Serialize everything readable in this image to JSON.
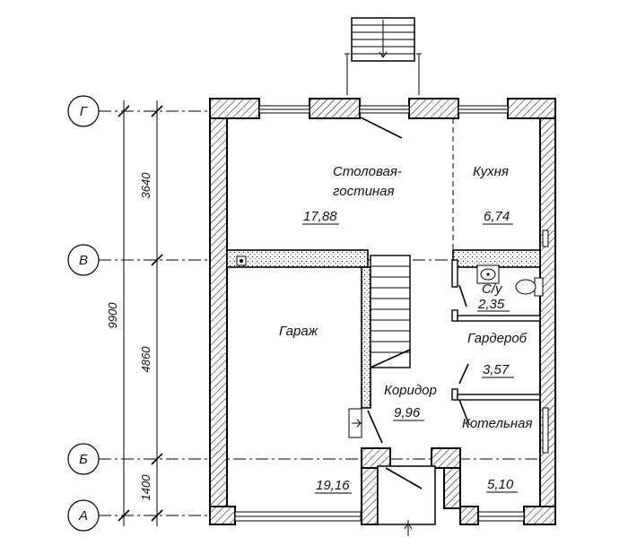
{
  "axes": {
    "g": "Г",
    "v": "В",
    "b": "Б",
    "a": "А"
  },
  "dimensions": {
    "total": "9900",
    "d1": "3640",
    "d2": "4860",
    "d3": "1400"
  },
  "rooms": {
    "living": {
      "name_line1": "Столовая-",
      "name_line2": "гостиная",
      "area": "17,88"
    },
    "kitchen": {
      "name": "Кухня",
      "area": "6,74"
    },
    "garage": {
      "name": "Гараж",
      "area": "19,16"
    },
    "bathroom": {
      "name": "С/у",
      "area": "2,35"
    },
    "wardrobe": {
      "name": "Гардероб",
      "area": "3,57"
    },
    "corridor": {
      "name": "Коридор",
      "area": "9,96"
    },
    "boiler": {
      "name": "Котельная",
      "area": "5,10"
    }
  },
  "colors": {
    "line": "#000000",
    "background": "#ffffff"
  }
}
